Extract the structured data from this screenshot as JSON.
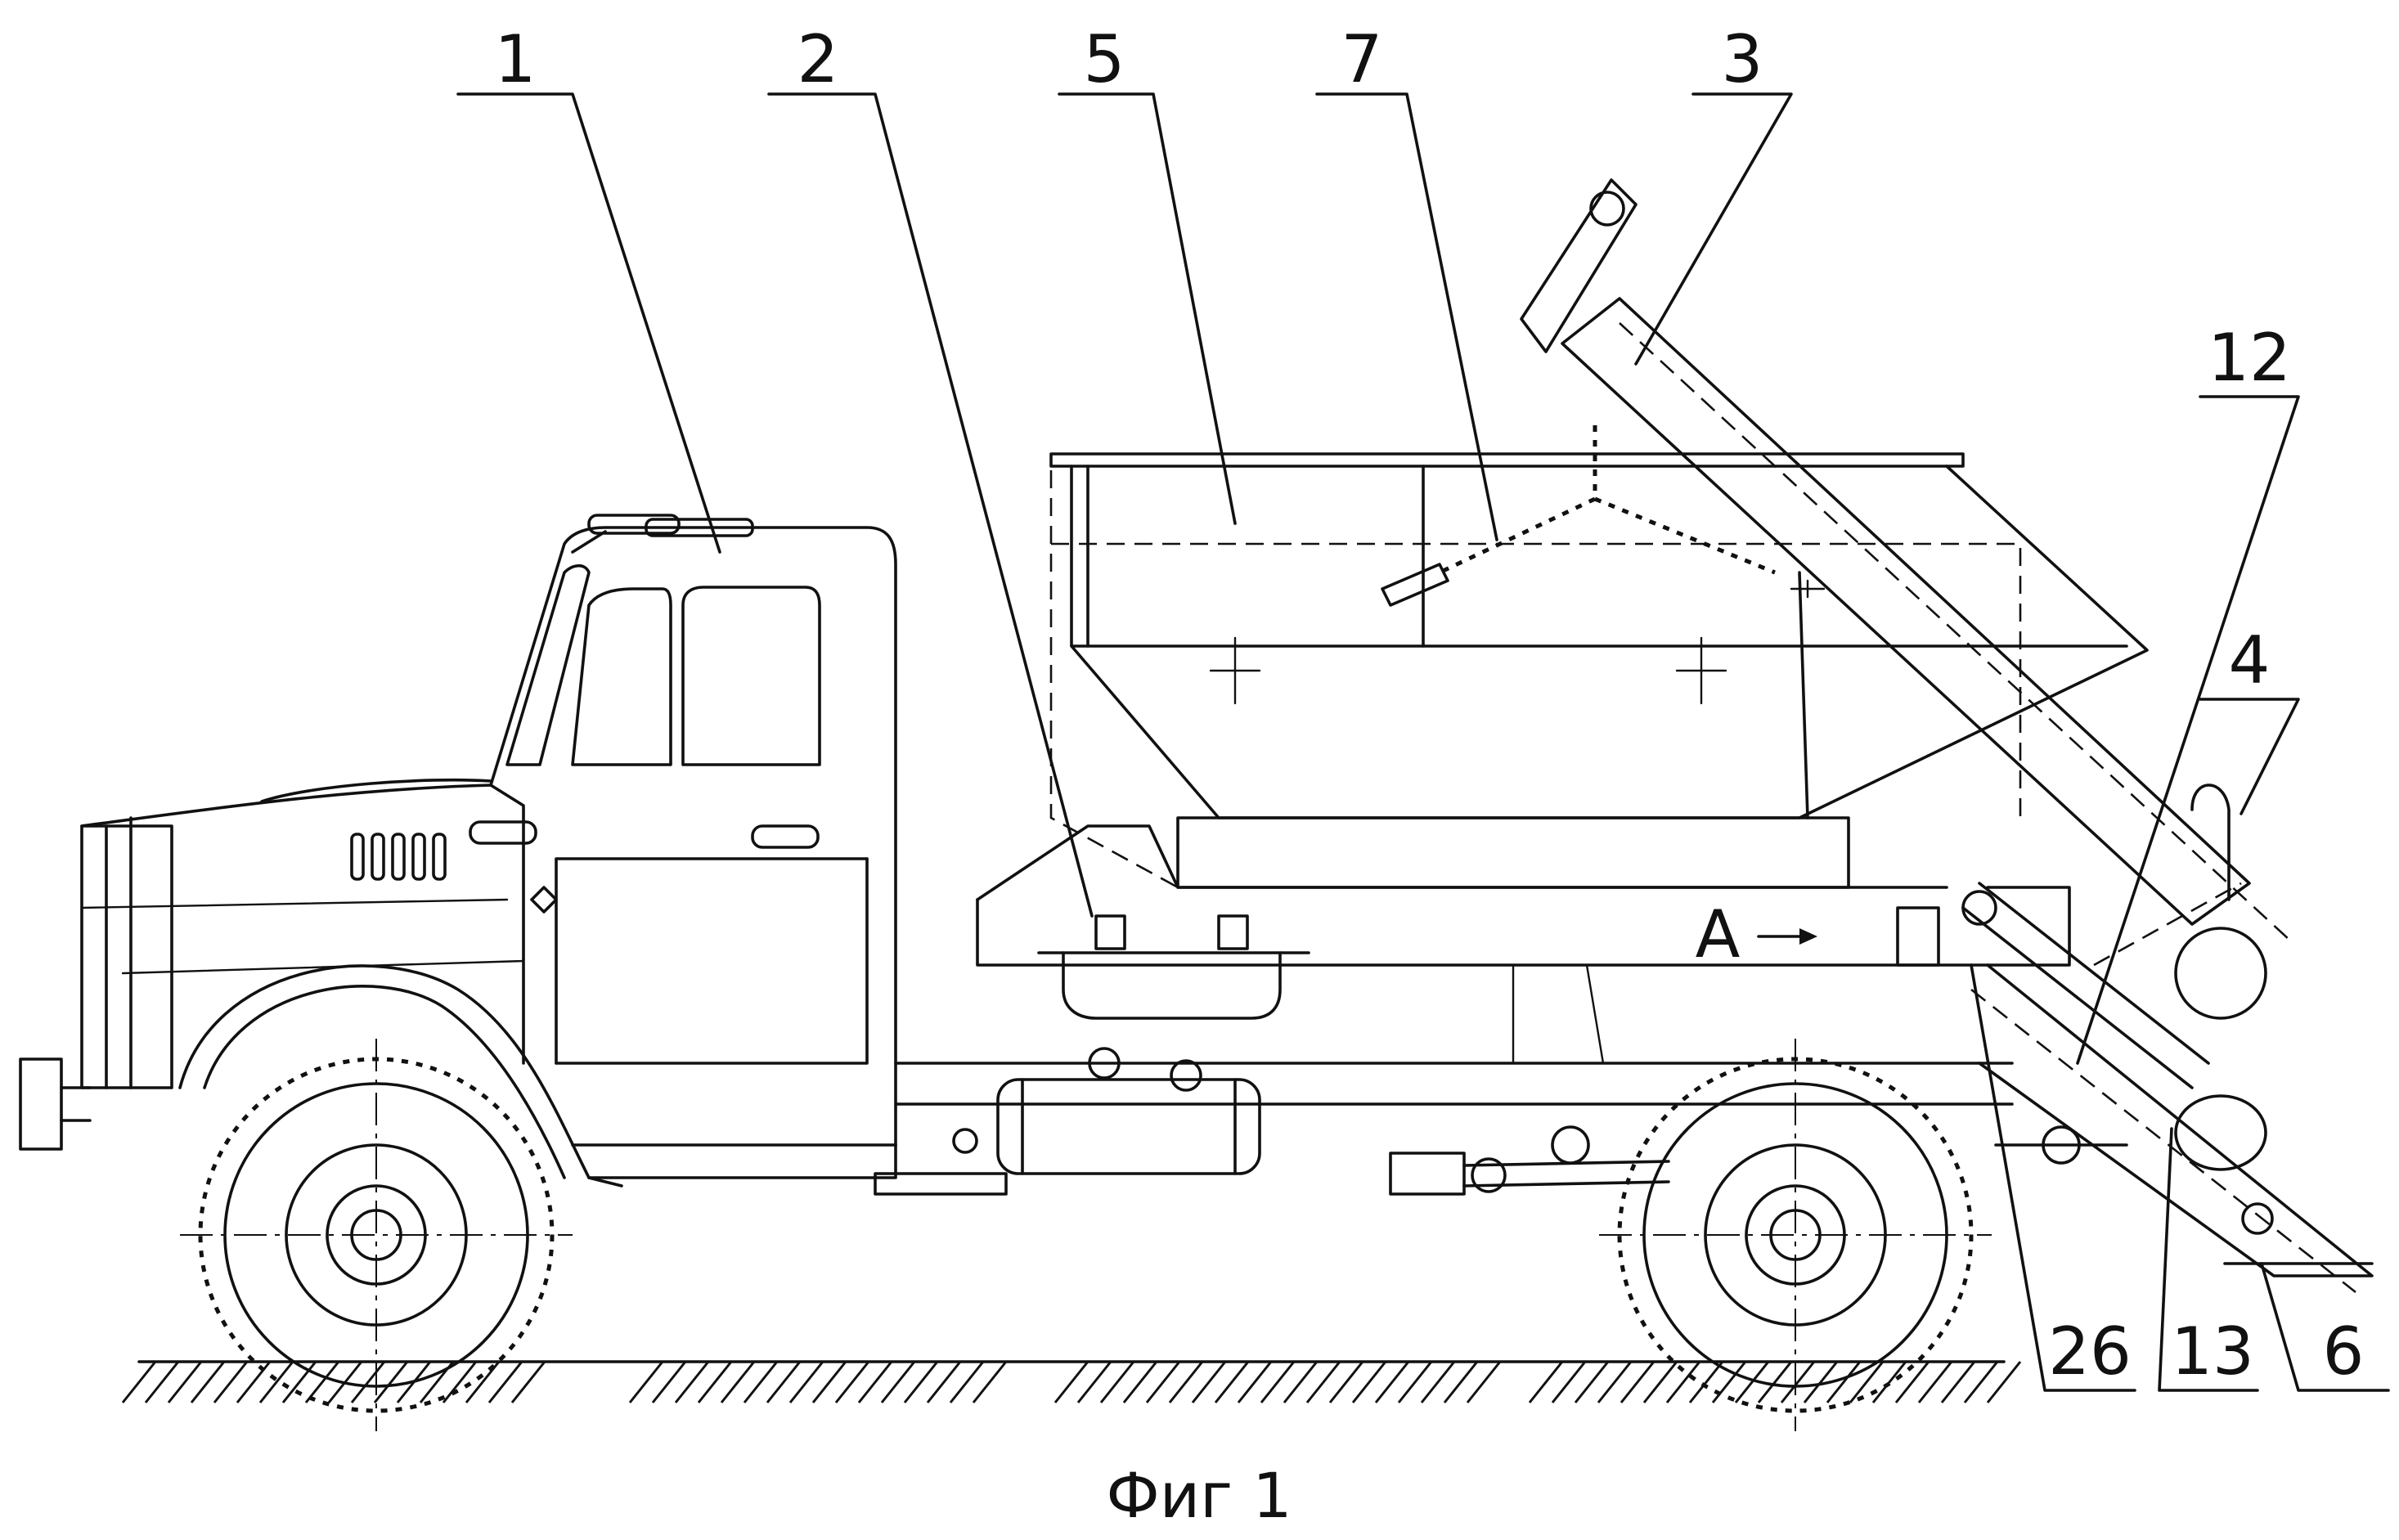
{
  "figure": {
    "caption": "Фиг 1",
    "view_marker": "A"
  },
  "callouts": [
    {
      "id": "1",
      "label": "1"
    },
    {
      "id": "2",
      "label": "2"
    },
    {
      "id": "5",
      "label": "5"
    },
    {
      "id": "7",
      "label": "7"
    },
    {
      "id": "3",
      "label": "3"
    },
    {
      "id": "12",
      "label": "12"
    },
    {
      "id": "4",
      "label": "4"
    },
    {
      "id": "26",
      "label": "26"
    },
    {
      "id": "13",
      "label": "13"
    },
    {
      "id": "6",
      "label": "6"
    }
  ]
}
